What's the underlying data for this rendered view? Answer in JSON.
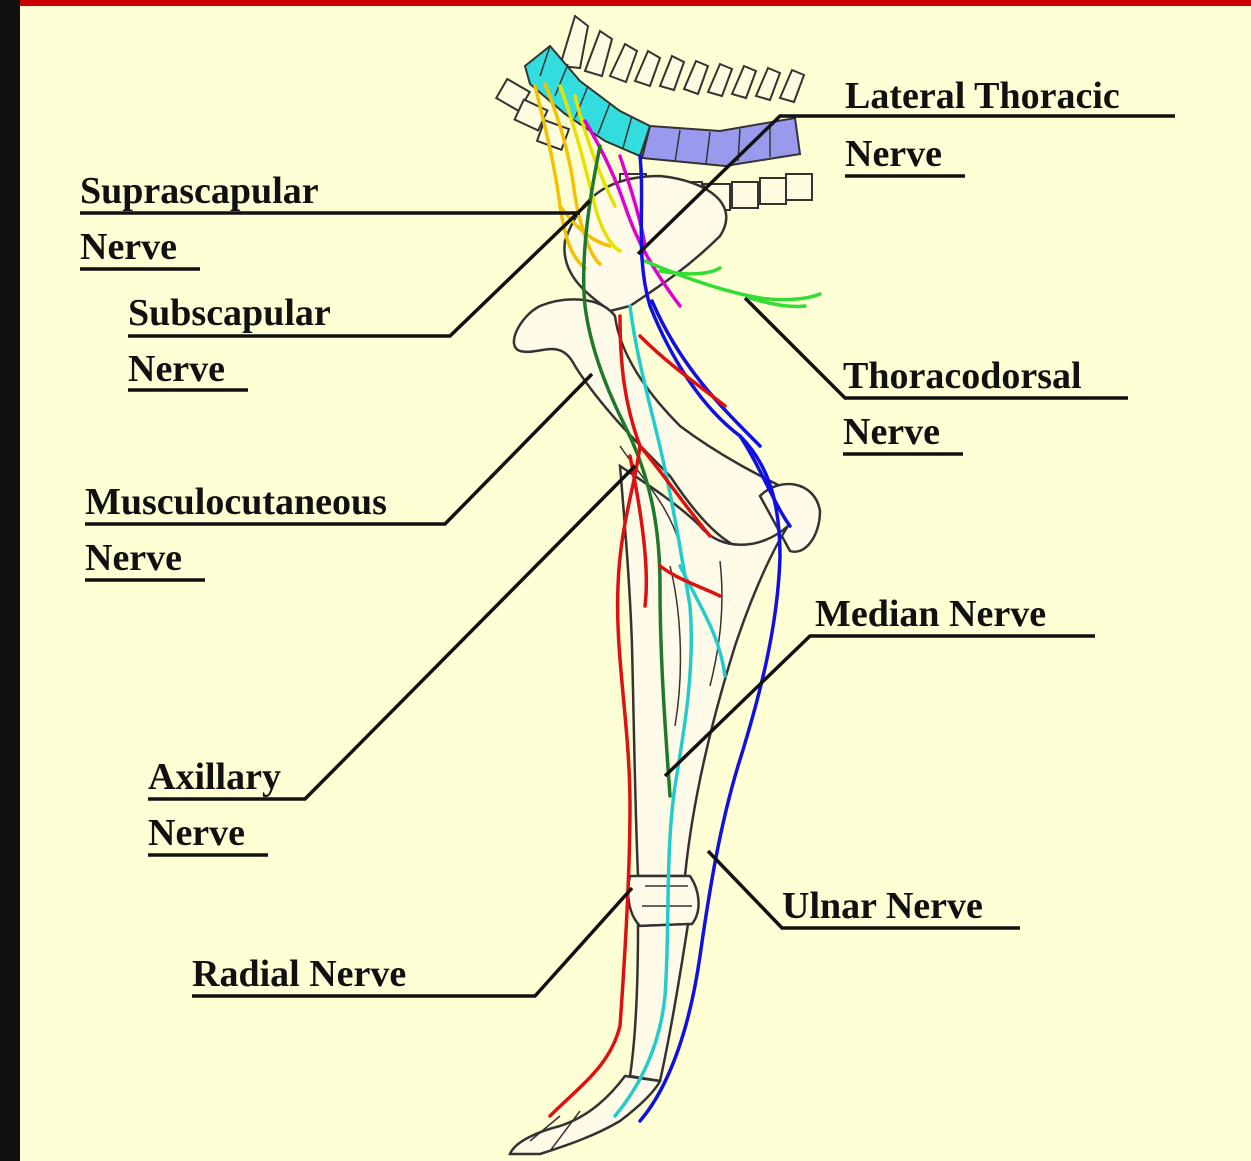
{
  "diagram": {
    "labels": {
      "lateral_thoracic": [
        "Lateral Thoracic",
        "Nerve"
      ],
      "suprascapular": [
        "Suprascapular",
        "Nerve"
      ],
      "subscapular": [
        "Subscapular",
        "Nerve"
      ],
      "thoracodorsal": [
        "Thoracodorsal",
        "Nerve"
      ],
      "musculocutaneous": [
        "Musculocutaneous",
        "Nerve"
      ],
      "median": [
        "Median Nerve"
      ],
      "axillary": [
        "Axillary",
        "Nerve"
      ],
      "ulnar": [
        "Ulnar Nerve"
      ],
      "radial": [
        "Radial Nerve"
      ]
    },
    "nerve_colors": {
      "suprascapular": "#f2c200",
      "subscapular": "#e8e000",
      "musculocutaneous": "#1e7a2a",
      "axillary": "#e000d0",
      "thoracodorsal": "#33dd33",
      "lateral_thoracic": "#3333dd",
      "median": "#22cccc",
      "ulnar": "#1010e0",
      "radial": "#dd1111"
    },
    "vertebrae_colors": {
      "cervical": "#33dddd",
      "thoracic": "#9999ee"
    },
    "background": "#ffffd5",
    "border": "#cc0000"
  }
}
